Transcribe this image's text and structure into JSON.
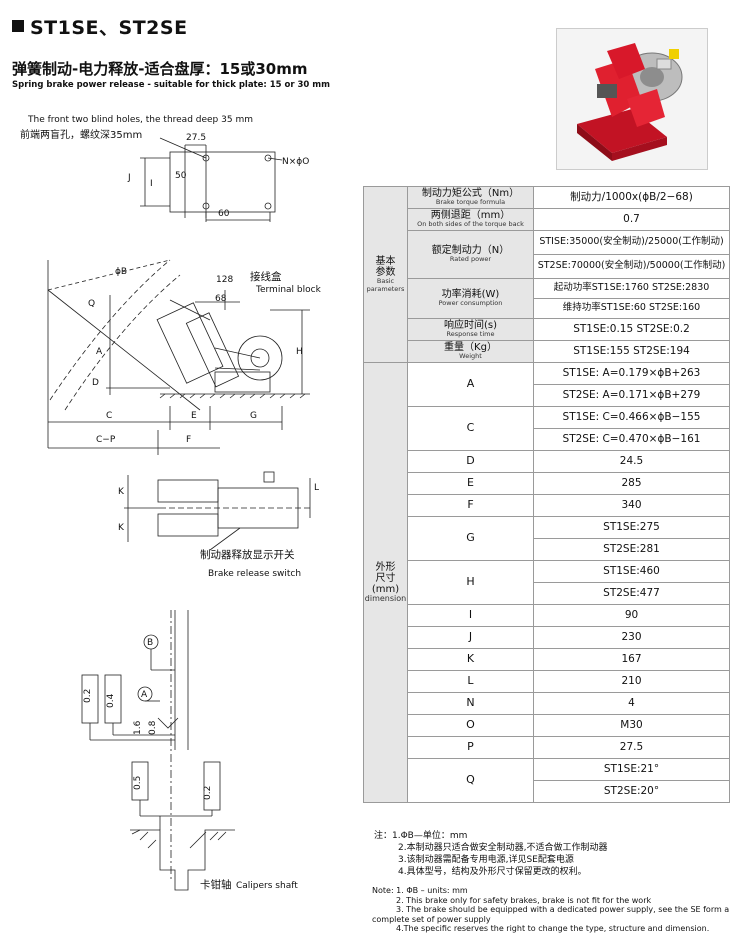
{
  "header": {
    "title": "ST1SE、ST2SE",
    "subtitle_cn": "弹簧制动-电力释放-适合盘厚：15或30mm",
    "subtitle_en": "Spring brake power release - suitable for thick plate: 15 or 30 mm"
  },
  "drawing": {
    "hole_note_en": "The front two blind holes, the thread deep 35 mm",
    "hole_note_cn": "前端两盲孔，螺纹深35mm",
    "dim_27_5": "27.5",
    "dim_nxo": "N×ϕO",
    "dim_j": "J",
    "dim_50": "50",
    "dim_i": "I",
    "dim_60": "60",
    "dim_phi_b": "ϕB",
    "dim_128": "128",
    "dim_68": "68",
    "dim_q": "Q",
    "dim_a": "A",
    "dim_d": "D",
    "dim_h": "H",
    "dim_c": "C",
    "dim_e": "E",
    "dim_g": "G",
    "dim_cp": "C−P",
    "dim_f": "F",
    "dim_k": "K",
    "dim_l": "L",
    "terminal_cn": "接线盒",
    "terminal_en": "Terminal block",
    "switch_cn": "制动器释放显示开关",
    "switch_en": "Brake release switch",
    "tol_b": "B",
    "tol_a": "A",
    "tol_02": "0.2",
    "tol_04": "0.4",
    "tol_16": "1.6",
    "tol_08": "0.8",
    "tol_05": "0.5",
    "caliper_cn": "卡钳轴",
    "caliper_en": "Calipers shaft"
  },
  "table": {
    "basic_group": {
      "cn": "基本\n参数",
      "en": "Basic\nparameters"
    },
    "dim_group": {
      "cn": "外形\n尺寸\n(mm)",
      "en": "dimension"
    },
    "basic_rows": [
      {
        "cn": "制动力矩公式（Nm）",
        "en": "Brake torque formula",
        "values": [
          "制动力/1000x(ϕB/2−68)"
        ]
      },
      {
        "cn": "两侧退距（mm）",
        "en": "On both sides of the torque back",
        "values": [
          "0.7"
        ]
      },
      {
        "cn": "额定制动力（N）",
        "en": "Rated power",
        "values": [
          "STISE:35000(安全制动)/25000(工作制动)",
          "ST2SE:70000(安全制动)/50000(工作制动)"
        ]
      },
      {
        "cn": "功率消耗(W)",
        "en": "Power consumption",
        "values": [
          "起动功率ST1SE:1760  ST2SE:2830",
          "维持功率ST1SE:60  ST2SE:160"
        ]
      },
      {
        "cn": "响应时间(s)",
        "en": "Response time",
        "values": [
          "ST1SE:0.15  ST2SE:0.2"
        ]
      },
      {
        "cn": "重量（Kg）",
        "en": "Weight",
        "values": [
          "ST1SE:155  ST2SE:194"
        ]
      }
    ],
    "dim_rows": [
      {
        "name": "A",
        "values": [
          "ST1SE: A=0.179×ϕB+263",
          "ST2SE: A=0.171×ϕB+279"
        ]
      },
      {
        "name": "C",
        "values": [
          "ST1SE: C=0.466×ϕB−155",
          "ST2SE: C=0.470×ϕB−161"
        ]
      },
      {
        "name": "D",
        "values": [
          "24.5"
        ]
      },
      {
        "name": "E",
        "values": [
          "285"
        ]
      },
      {
        "name": "F",
        "values": [
          "340"
        ]
      },
      {
        "name": "G",
        "values": [
          "ST1SE:275",
          "ST2SE:281"
        ]
      },
      {
        "name": "H",
        "values": [
          "ST1SE:460",
          "ST2SE:477"
        ]
      },
      {
        "name": "I",
        "values": [
          "90"
        ]
      },
      {
        "name": "J",
        "values": [
          "230"
        ]
      },
      {
        "name": "K",
        "values": [
          "167"
        ]
      },
      {
        "name": "L",
        "values": [
          "210"
        ]
      },
      {
        "name": "N",
        "values": [
          "4"
        ]
      },
      {
        "name": "O",
        "values": [
          "M30"
        ]
      },
      {
        "name": "P",
        "values": [
          "27.5"
        ]
      },
      {
        "name": "Q",
        "values": [
          "ST1SE:21°",
          "ST2SE:20°"
        ]
      }
    ]
  },
  "notes_cn": [
    "注：1.ΦB—单位：mm",
    "2.本制动器只适合做安全制动器,不适合做工作制动器",
    "3.该制动器需配备专用电源,详见SE配套电源",
    "4.具体型号，结构及外形尺寸保留更改的权利。"
  ],
  "notes_en": [
    "Note: 1. ΦB – units: mm",
    "2. This brake only for safety brakes, brake is not fit for the work",
    "3. The brake should be equipped with a dedicated power supply, see the SE form a",
    "complete set of power supply",
    "4.The specific reserves the right to change the type, structure and dimension."
  ],
  "colors": {
    "brake_red": "#d8182a",
    "table_gray": "#e6e6e6",
    "grid": "#9a9a9a"
  }
}
